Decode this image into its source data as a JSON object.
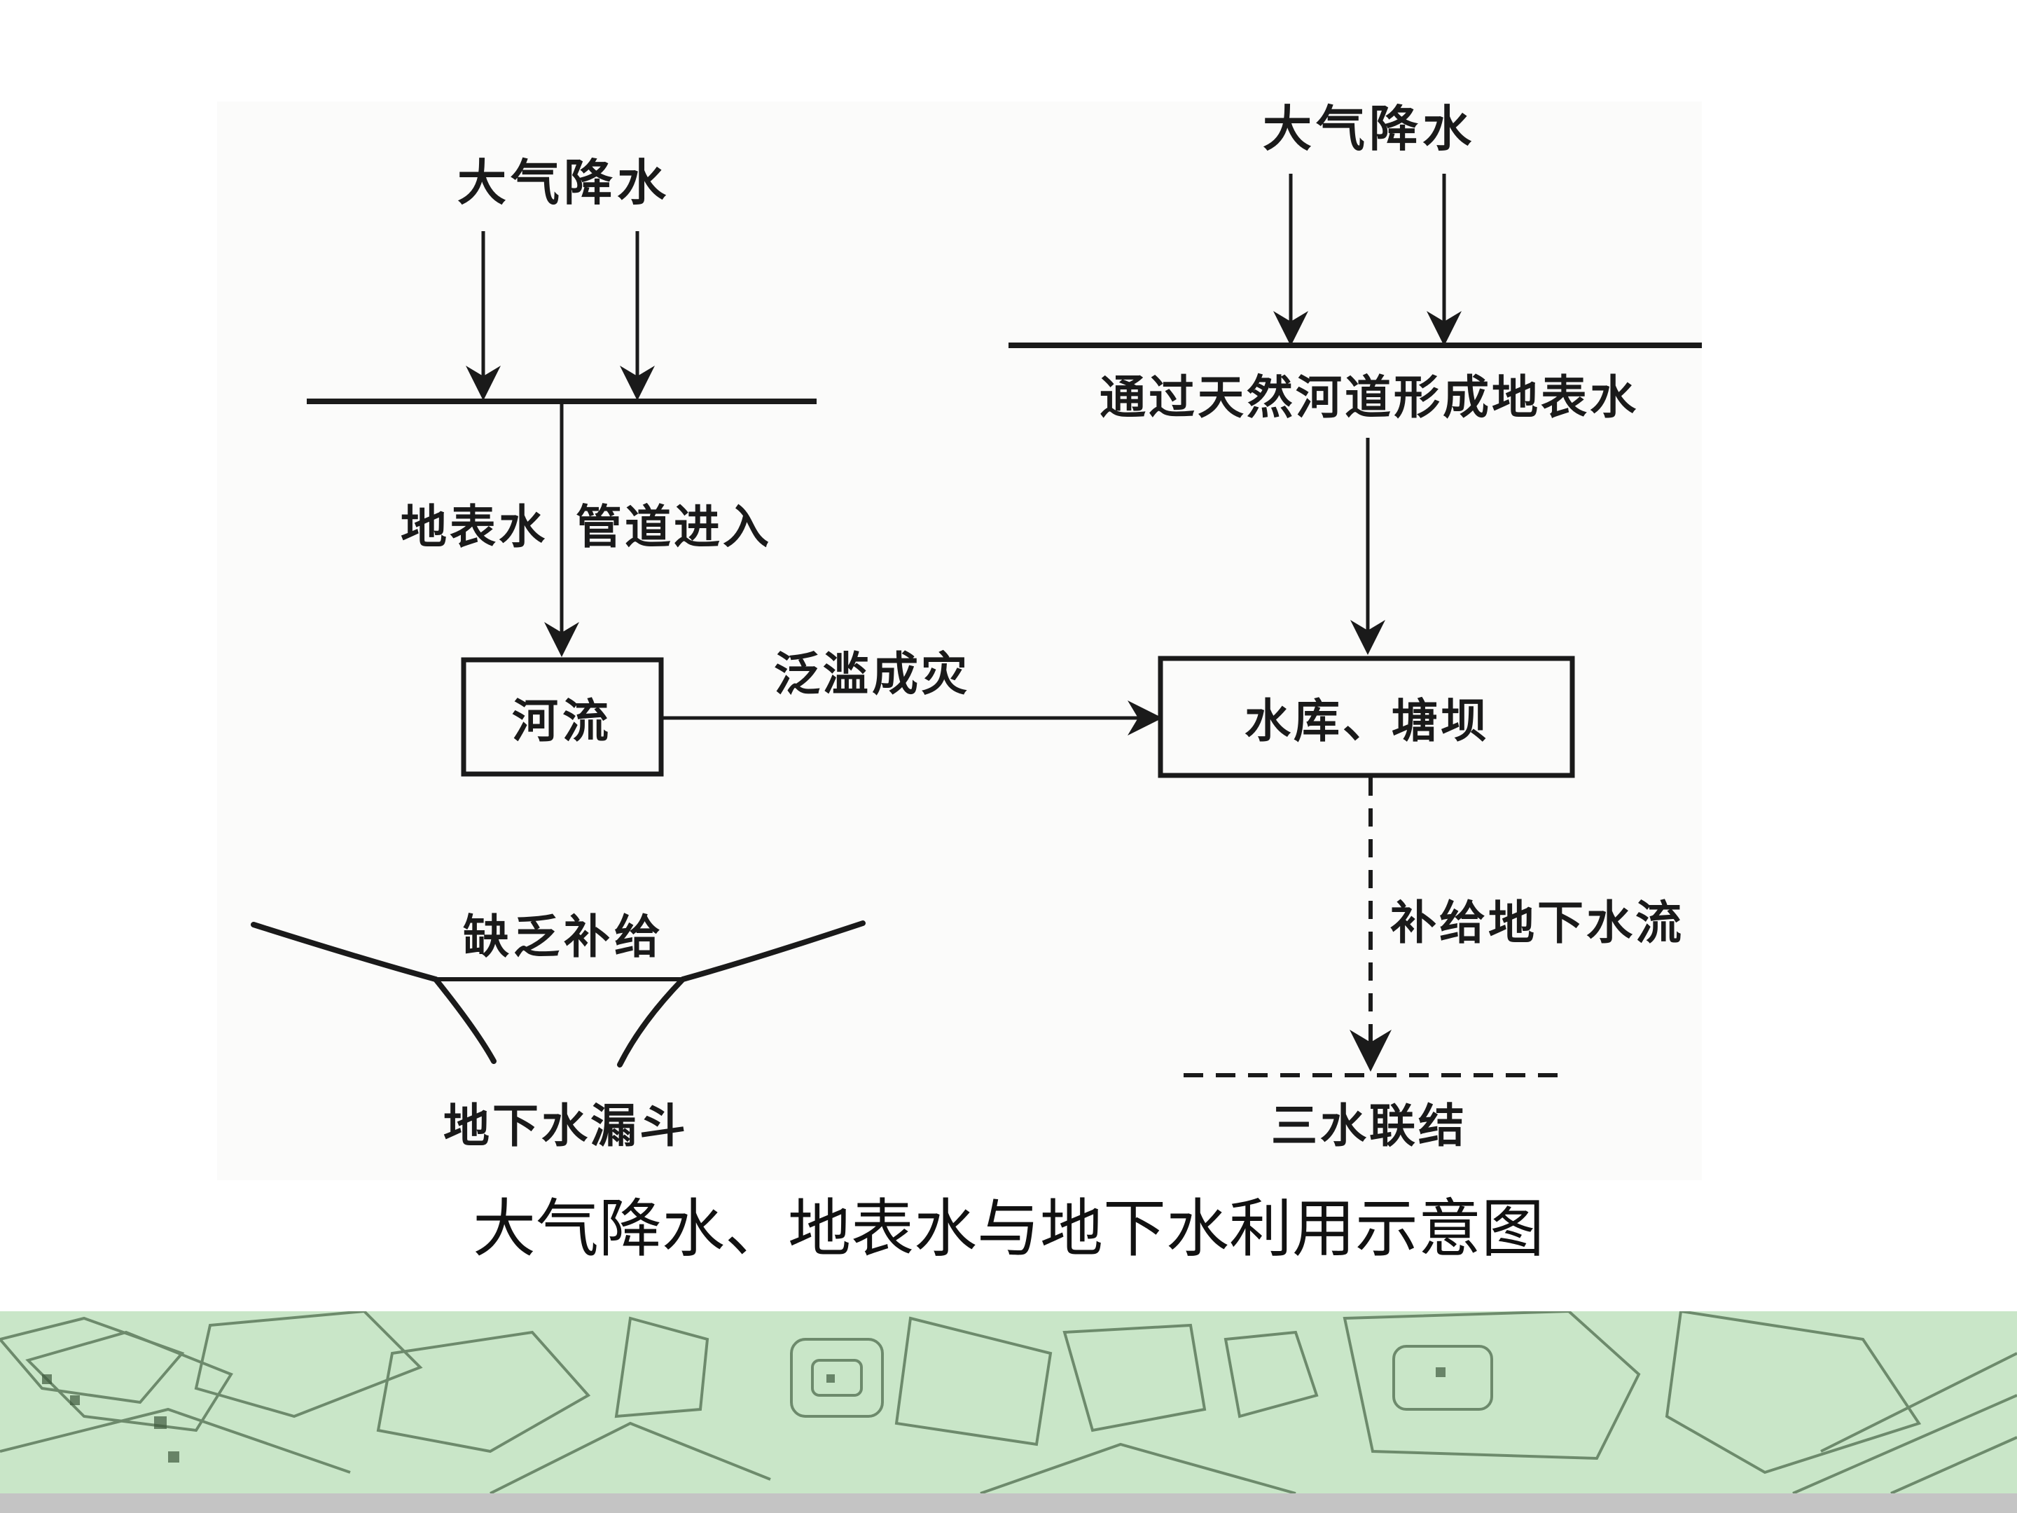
{
  "left_flow": {
    "top_label": "大气降水",
    "path_label_left": "地表水",
    "path_label_right": "管道进入",
    "river_box": "河流",
    "flood_label": "泛滥成灾",
    "funnel_top_label": "缺乏补给",
    "funnel_bottom_label": "地下水漏斗"
  },
  "right_flow": {
    "top_label": "大气降水",
    "surface_label": "通过天然河道形成地表水",
    "reservoir_box": "水库、塘坝",
    "recharge_label": "补给地下水流",
    "bottom_label": "三水联结"
  },
  "caption": "大气降水、地表水与地下水利用示意图",
  "colors": {
    "ink": "#1a1a1a",
    "footer_green": "#c9e6c8",
    "footer_lines": "#5d7a5c",
    "bottom_bar": "#c4c4c4"
  }
}
